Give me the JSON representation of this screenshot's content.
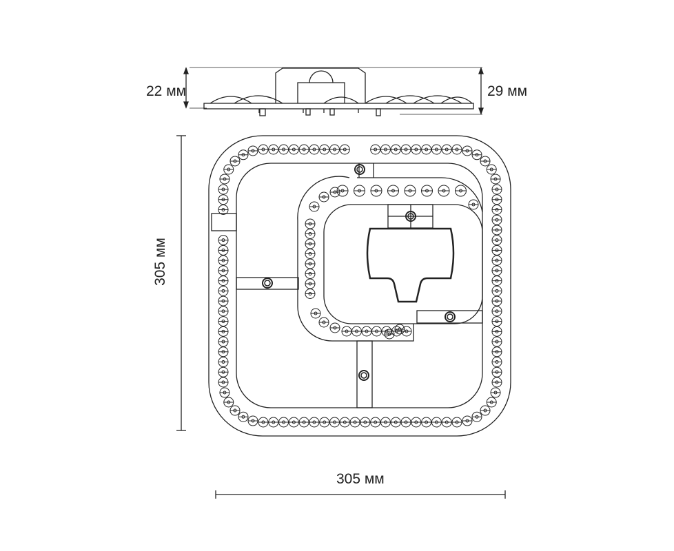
{
  "dimensions": {
    "width_label": "305 мм",
    "height_label": "305 мм",
    "board_height_label": "22 мм",
    "total_height_label": "29 мм"
  },
  "colors": {
    "line": "#222222",
    "background": "#ffffff"
  }
}
